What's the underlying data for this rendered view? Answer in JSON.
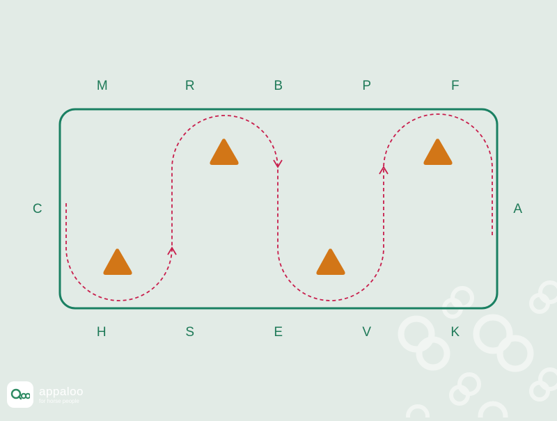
{
  "arena": {
    "letters": {
      "M": "M",
      "R": "R",
      "B": "B",
      "P": "P",
      "F": "F",
      "C": "C",
      "A": "A",
      "H": "H",
      "S": "S",
      "E": "E",
      "V": "V",
      "K": "K"
    }
  },
  "colors": {
    "background": "#e2ebe6",
    "arena_border": "#1a8062",
    "letters": "#1f7a58",
    "route": "#c81e4c",
    "cones": "#d27617",
    "decor": "#f3f7f4"
  },
  "brand": {
    "icon": "appaloo-logo-icon",
    "name": "appaloo",
    "tagline": "for horse people"
  }
}
